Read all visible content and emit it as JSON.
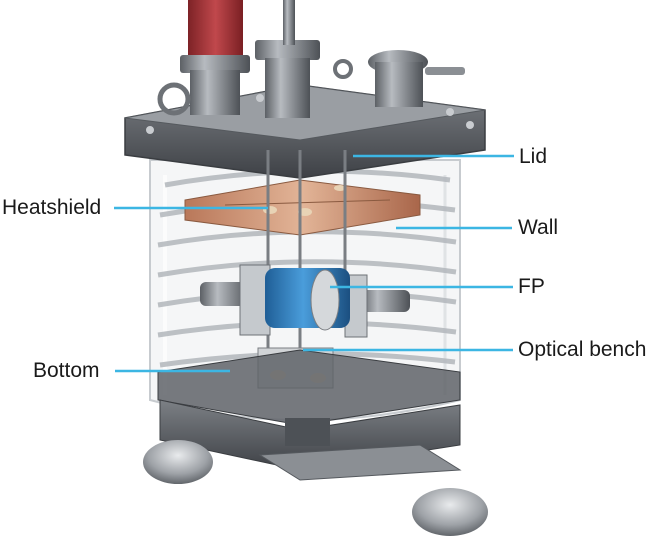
{
  "diagram": {
    "labels": {
      "lid": "Lid",
      "heatshield": "Heatshield",
      "wall": "Wall",
      "fp": "FP",
      "optical_bench": "Optical bench",
      "bottom": "Bottom"
    },
    "colors": {
      "leader_line": "#3cb6e3",
      "steel": "#8a8e93",
      "copper": "#c98a67",
      "fp_blue": "#2f7fc0",
      "red_tube": "#a8363a",
      "glass": "#e6e9ec"
    }
  }
}
